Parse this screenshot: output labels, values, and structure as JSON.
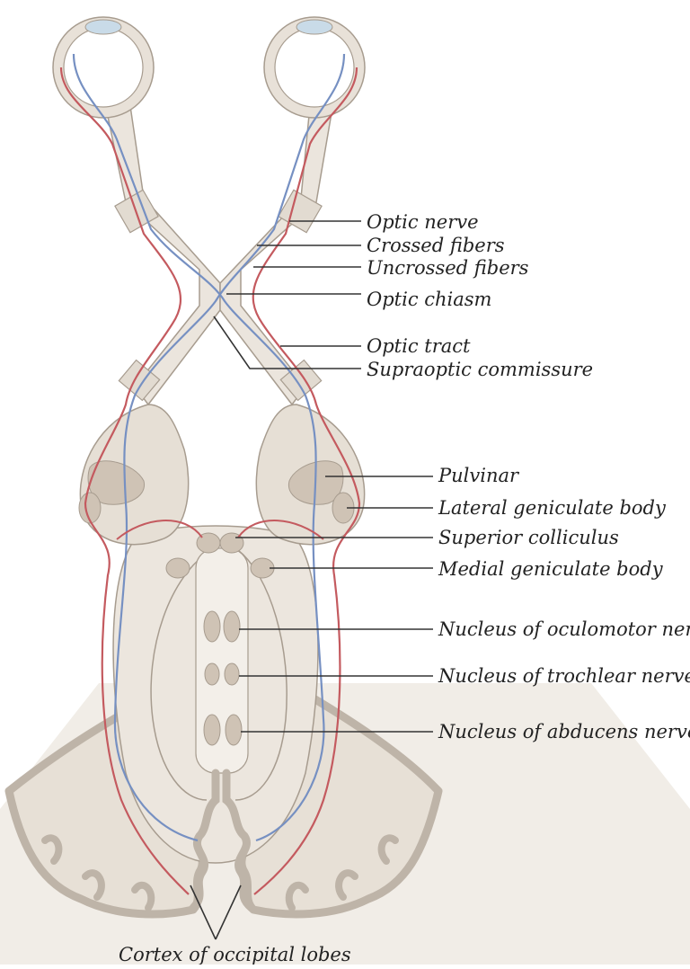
{
  "colors": {
    "tissue": "#ebe5dd",
    "tissue_dark": "#ddd3c7",
    "outline": "#a79c8f",
    "nucleus": "#cfc3b5",
    "cortex": "#beb4a8",
    "red_fiber": "#c45a5f",
    "blue_fiber": "#7690c2",
    "lens": "#c9dbe8",
    "leader": "#333333"
  },
  "labels": {
    "optic_nerve": "Optic nerve",
    "crossed_fibers": "Crossed fibers",
    "uncrossed_fibers": "Uncrossed fibers",
    "optic_chiasm": "Optic chiasm",
    "optic_tract": "Optic tract",
    "supraoptic_commissure": "Supraoptic commissure",
    "pulvinar": "Pulvinar",
    "lateral_geniculate_body": "Lateral geniculate body",
    "superior_colliculus": "Superior colliculus",
    "medial_geniculate_body": "Medial geniculate body",
    "nucleus_oculomotor": "Nucleus of oculomotor nerve",
    "nucleus_trochlear": "Nucleus of trochlear nerve",
    "nucleus_abducens": "Nucleus of abducens nerve",
    "cortex_occipital": "Cortex of occipital lobes"
  }
}
